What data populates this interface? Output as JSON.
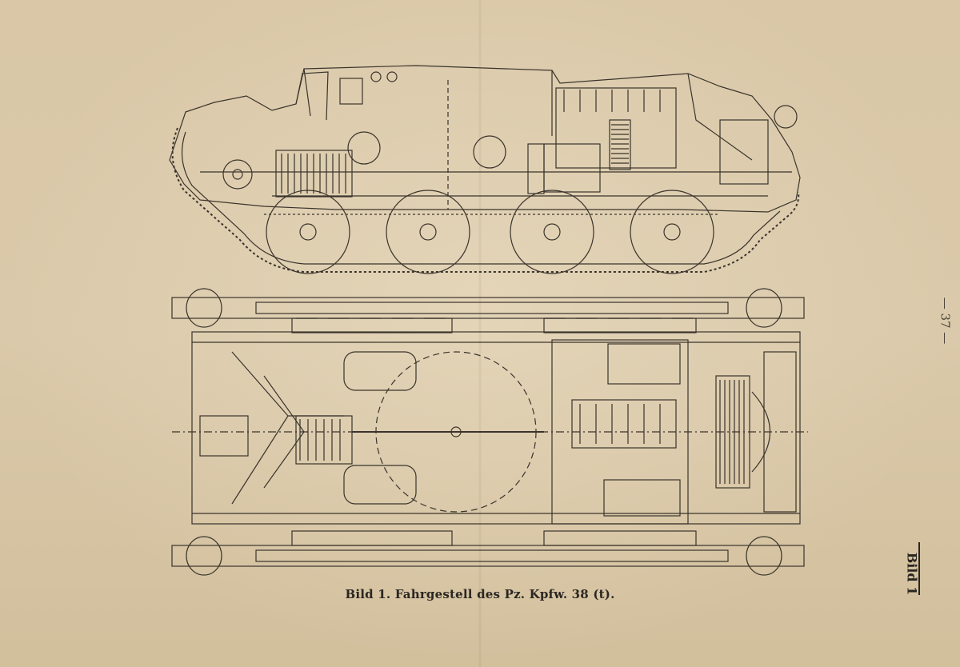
{
  "caption": "Bild 1. Fahrgestell des Pz. Kpfw. 38 (t).",
  "page_number": "— 37 —",
  "figure_label": "Bild 1",
  "colors": {
    "paper": "#d8c6a6",
    "ink": "#2a2621",
    "line": "#3a342c"
  }
}
